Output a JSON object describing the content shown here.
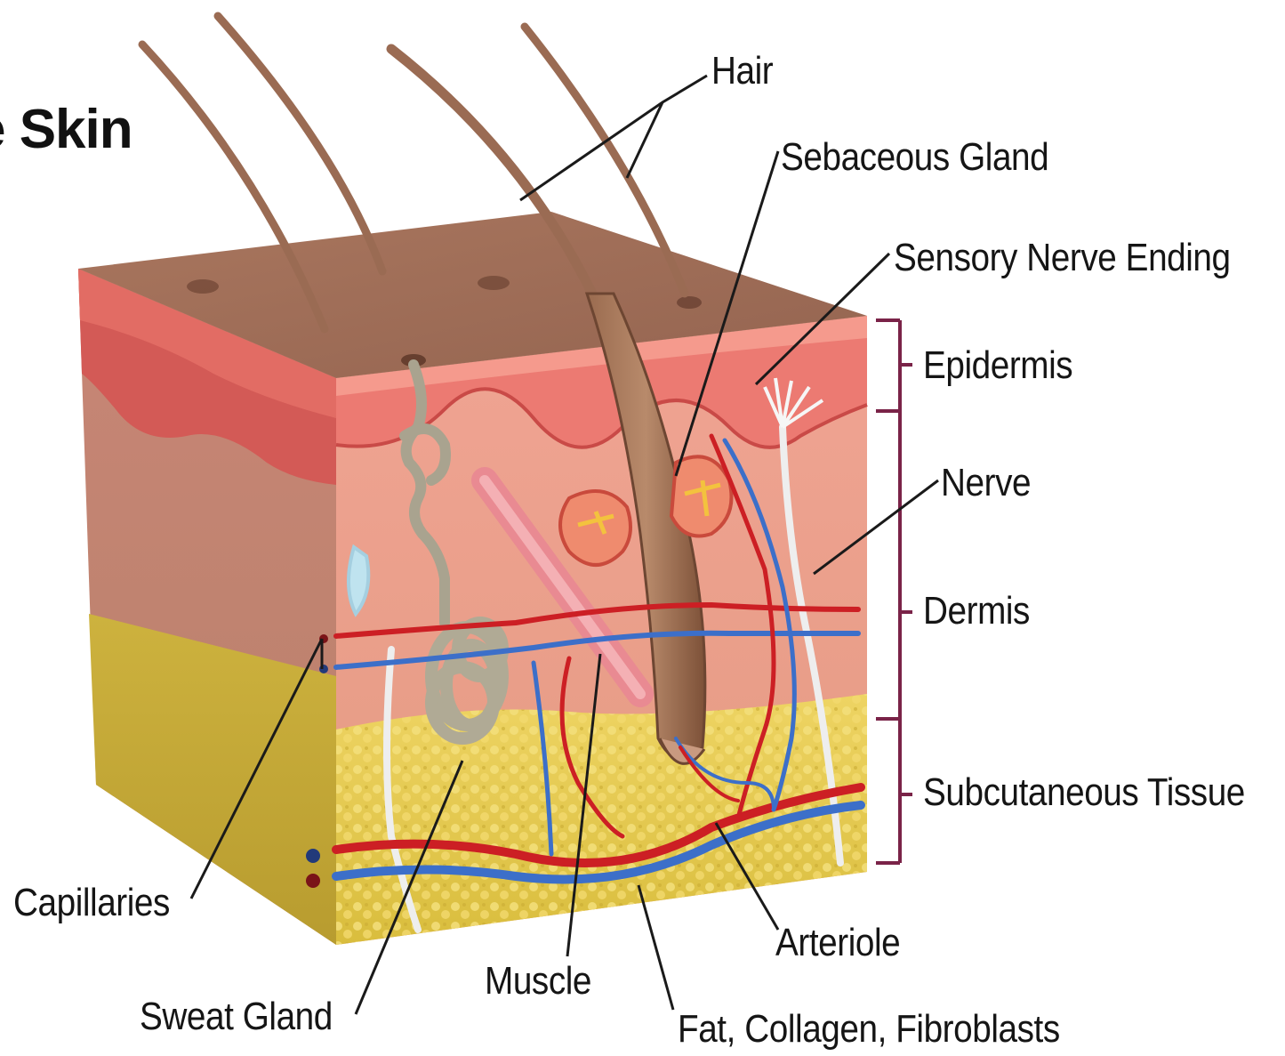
{
  "title": "e Skin",
  "labels": {
    "hair": "Hair",
    "sebaceous_gland": "Sebaceous Gland",
    "sensory_nerve_ending": "Sensory Nerve Ending",
    "epidermis": "Epidermis",
    "nerve": "Nerve",
    "dermis": "Dermis",
    "subcutaneous_tissue": "Subcutaneous Tissue",
    "capillaries": "Capillaries",
    "sweat_gland": "Sweat Gland",
    "muscle": "Muscle",
    "arteriole": "Arteriole",
    "fat_collagen_fibroblasts": "Fat, Collagen, Fibroblasts"
  },
  "colors": {
    "skin_surface": "#9c6b55",
    "epidermis": "#e8736c",
    "dermis": "#d8917a",
    "fat": "#e3c94a",
    "artery": "#cc1f24",
    "vein": "#3c6fc9",
    "bracket": "#7a2348"
  }
}
